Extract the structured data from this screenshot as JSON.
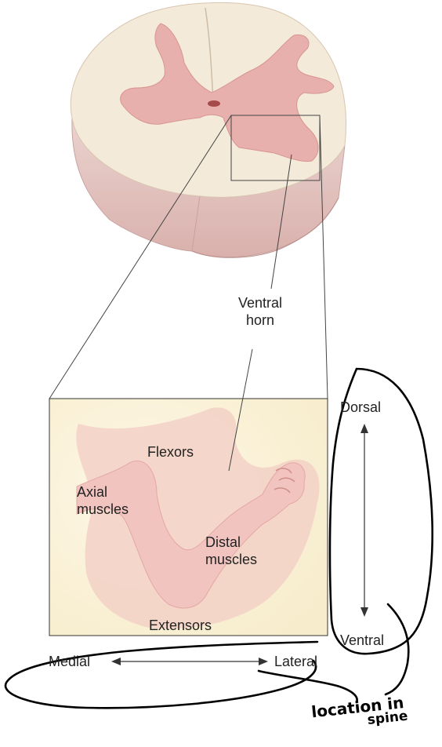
{
  "labels": {
    "ventral_horn": "Ventral horn",
    "flexors": "Flexors",
    "axial_muscles": "Axial muscles",
    "distal_muscles": "Distal muscles",
    "extensors": "Extensors",
    "dorsal": "Dorsal",
    "ventral": "Ventral",
    "medial": "Medial",
    "lateral": "Lateral"
  },
  "annotation": {
    "line1": "location in",
    "line2": "spine"
  },
  "colors": {
    "white_matter": "#f4ead9",
    "gray_matter": "#e8b0ac",
    "cord_side": "#e6c9c6",
    "inset_bg": "#fbf3dc",
    "arm": "#f2c4c0",
    "ink": "#000000",
    "line": "#333333"
  }
}
